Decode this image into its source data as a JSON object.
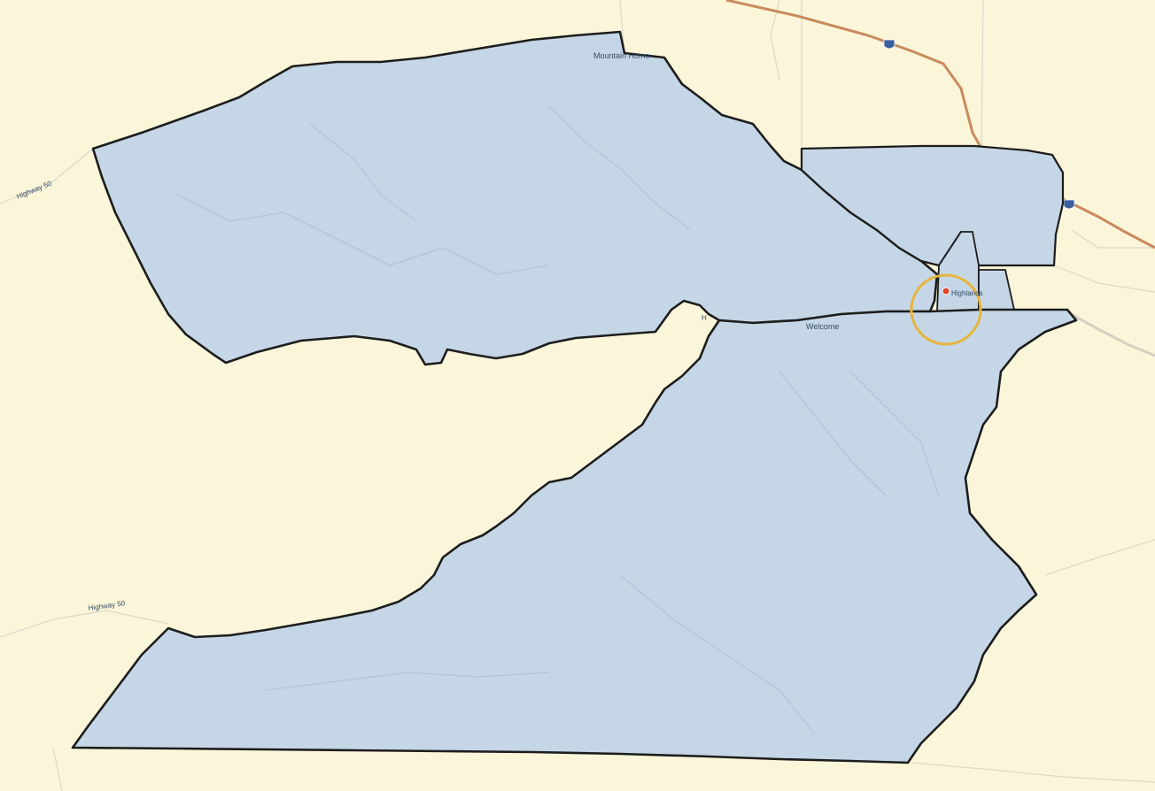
{
  "map": {
    "colors": {
      "background": "#fbf6d9",
      "region_fill": "#c5d6e6",
      "region_border": "#1d1d1d",
      "interstate": "#c98a5e",
      "minor_road": "#dcd6c8",
      "waterway": "#a9c3df",
      "highlight_circle": "#e8b43a",
      "marker": "#e0452b"
    },
    "labels": {
      "mountain_home": "Mountain Home",
      "welcome": "Welcome",
      "highway_west": "Highway 50",
      "highway_southwest": "Highway 50",
      "small_town": "Highlands",
      "h_label": "H"
    },
    "icons": {
      "interstate_shield": "interstate-shield-icon",
      "location_marker": "location-marker-icon"
    }
  }
}
